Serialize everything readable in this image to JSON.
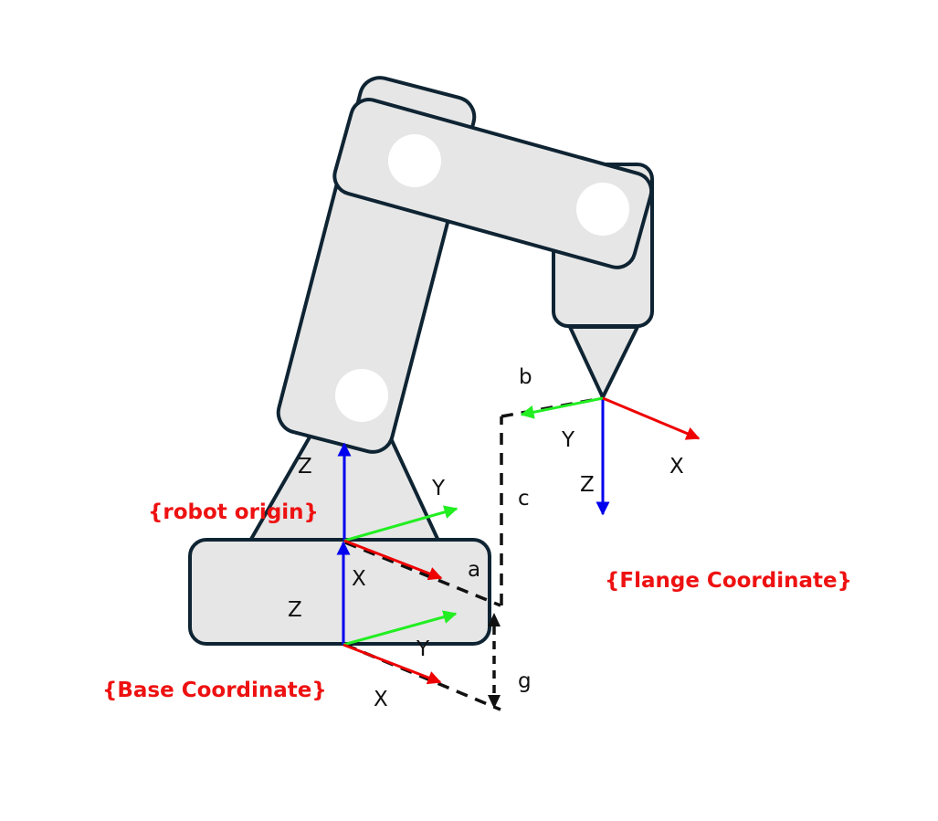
{
  "colors": {
    "link_fill": "#e6e6e6",
    "link_stroke": "#0f2433",
    "x_axis": "#ee0000",
    "y_axis": "#22ee22",
    "z_axis": "#0000ee",
    "frame_label": "#ee1111",
    "dimension_line": "#111111"
  },
  "frames": {
    "robot_origin": {
      "label": "{robot origin}",
      "x_axis": "X",
      "y_axis": "Y",
      "z_axis": "Z"
    },
    "base": {
      "label": "{Base Coordinate}",
      "x_axis": "X",
      "y_axis": "Y",
      "z_axis": "Z"
    },
    "flange": {
      "label": "{Flange Coordinate}",
      "x_axis": "X",
      "y_axis": "Y",
      "z_axis": "Z"
    }
  },
  "dimensions": {
    "a": "a",
    "b": "b",
    "c": "c",
    "g": "g"
  }
}
